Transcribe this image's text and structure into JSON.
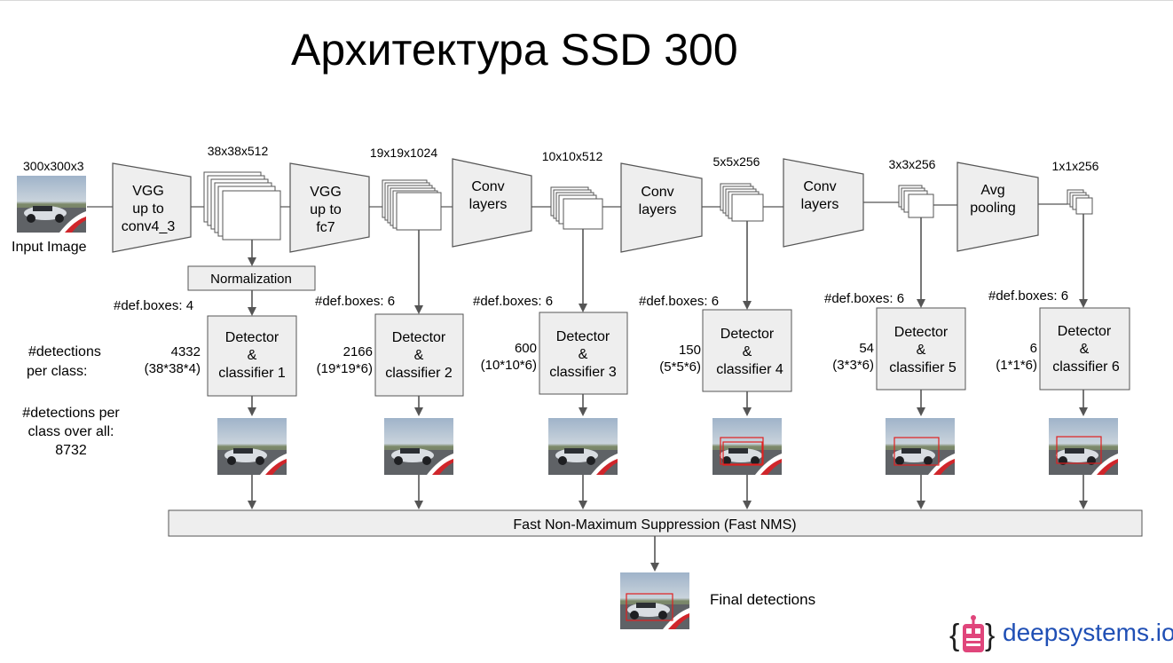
{
  "title": "Архитектура SSD 300",
  "input": {
    "size": "300x300x3",
    "label": "Input Image"
  },
  "trapezoids": [
    {
      "lines": [
        "VGG",
        "up to",
        "conv4_3"
      ]
    },
    {
      "lines": [
        "VGG",
        "up to",
        "fc7"
      ]
    },
    {
      "lines": [
        "Conv",
        "layers"
      ]
    },
    {
      "lines": [
        "Conv",
        "layers"
      ]
    },
    {
      "lines": [
        "Conv",
        "layers"
      ]
    },
    {
      "lines": [
        "Avg",
        "pooling"
      ]
    }
  ],
  "feature_maps": [
    "38x38x512",
    "19x19x1024",
    "10x10x512",
    "5x5x256",
    "3x3x256",
    "1x1x256"
  ],
  "normalization": "Normalization",
  "def_boxes": [
    "#def.boxes: 4",
    "#def.boxes: 6",
    "#def.boxes: 6",
    "#def.boxes: 6",
    "#def.boxes: 6",
    "#def.boxes: 6"
  ],
  "detectors": [
    [
      "Detector",
      "&",
      "classifier 1"
    ],
    [
      "Detector",
      "&",
      "classifier 2"
    ],
    [
      "Detector",
      "&",
      "classifier 3"
    ],
    [
      "Detector",
      "&",
      "classifier 4"
    ],
    [
      "Detector",
      "&",
      "classifier 5"
    ],
    [
      "Detector",
      "&",
      "classifier 6"
    ]
  ],
  "detection_counts": [
    {
      "count": "4332",
      "formula": "(38*38*4)"
    },
    {
      "count": "2166",
      "formula": "(19*19*6)"
    },
    {
      "count": "600",
      "formula": "(10*10*6)"
    },
    {
      "count": "150",
      "formula": "(5*5*6)"
    },
    {
      "count": "54",
      "formula": "(3*3*6)"
    },
    {
      "count": "6",
      "formula": "(1*1*6)"
    }
  ],
  "detections_per_class_label": [
    "#detections",
    "per class:"
  ],
  "detections_overall_label": [
    "#detections per",
    "class over all:",
    "8732"
  ],
  "nms": "Fast Non-Maximum Suppression (Fast NMS)",
  "final_label": "Final detections",
  "brand": "deepsystems.io",
  "colors": {
    "box_fill": "#eeeeee",
    "box_stroke": "#555555",
    "arrow": "#555555",
    "brand": "#1f4fb5",
    "logo": "#e0457b",
    "detection_box": "#e02020"
  }
}
